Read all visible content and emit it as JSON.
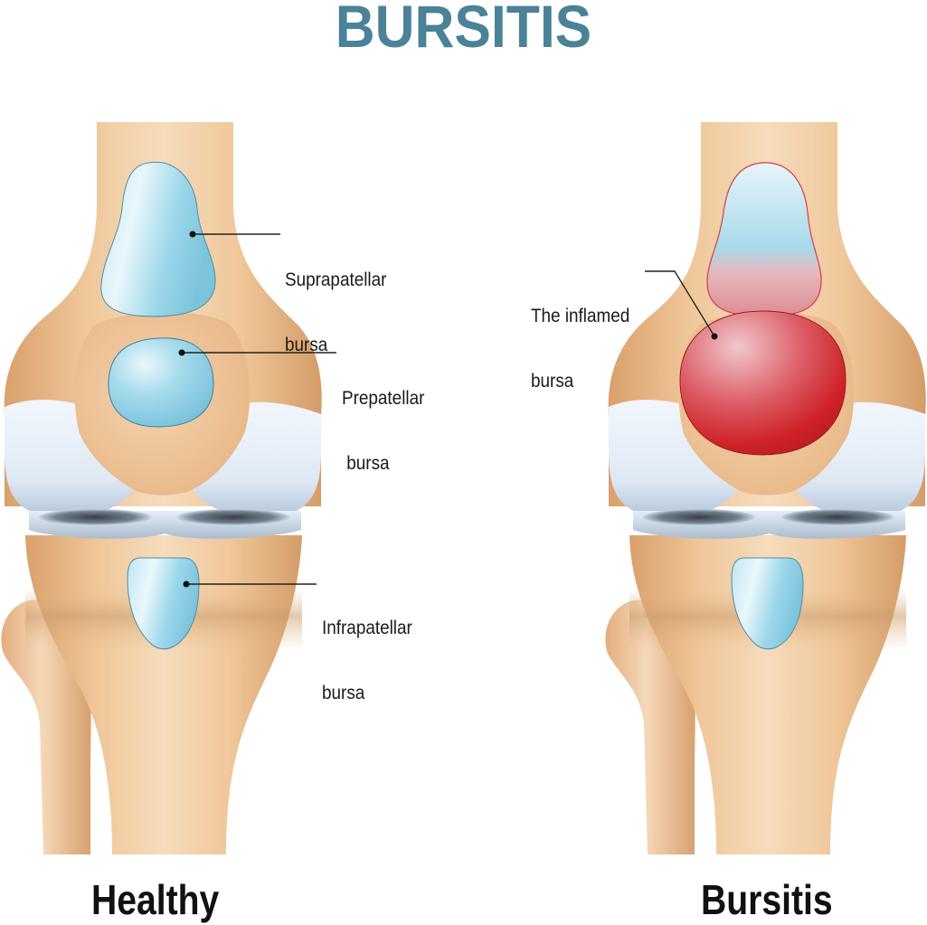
{
  "title": "BURSITIS",
  "colors": {
    "title": "#4a8298",
    "bone": "#eec79a",
    "bone_dark": "#d9a574",
    "bursa_blue": "#8fd0e6",
    "bursa_red": "#d42a30",
    "cartilage": "#e4eef8",
    "leader_line": "#222222"
  },
  "panels": [
    {
      "caption": "Healthy",
      "labels": [
        {
          "line1": "Suprapatellar",
          "line2": "bursa"
        },
        {
          "line1": "Prepatellar",
          "line2": " bursa"
        },
        {
          "line1": "Infrapatellar",
          "line2": "bursa"
        }
      ]
    },
    {
      "caption": "Bursitis",
      "labels": [
        {
          "line1": "The inflamed",
          "line2": "bursa"
        }
      ]
    }
  ]
}
